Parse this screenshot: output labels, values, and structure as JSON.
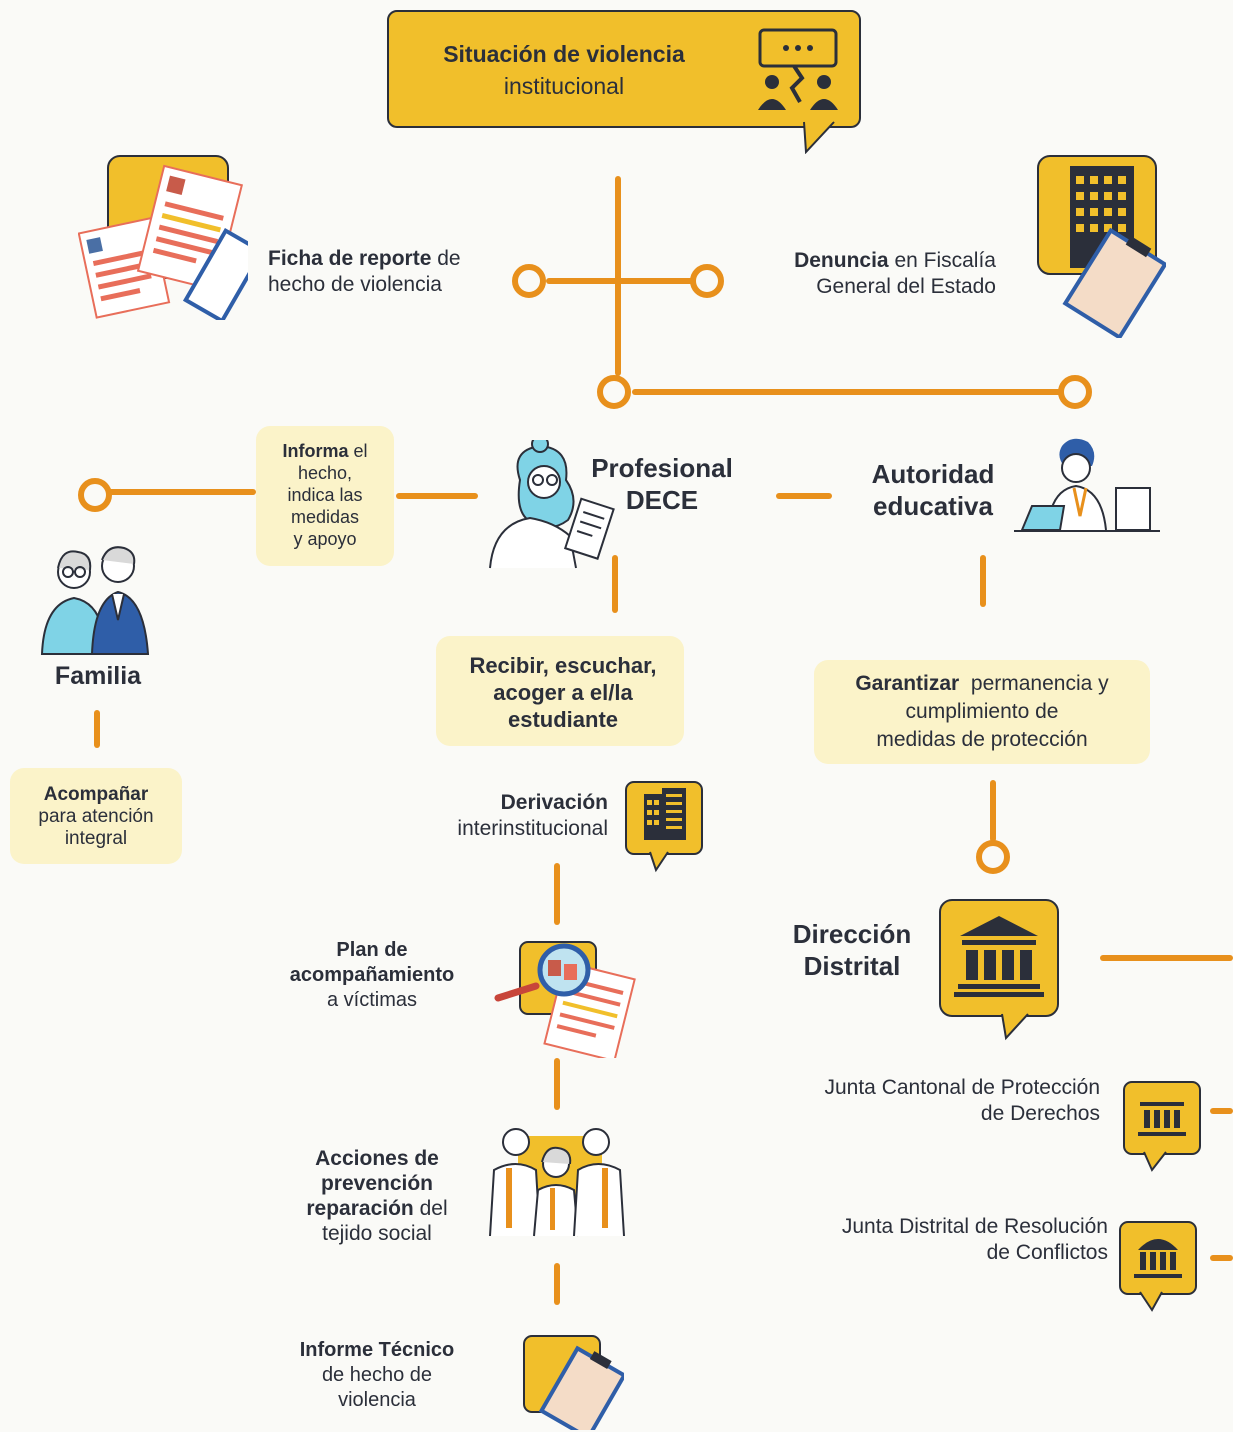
{
  "title": {
    "line1": "Situación de violencia",
    "line2": "institucional"
  },
  "ficha": {
    "bold": "Ficha de reporte",
    "rest1": " de",
    "line2": "hecho de violencia"
  },
  "denuncia": {
    "bold": "Denuncia",
    "rest1": " en Fiscalía",
    "line2": "General del Estado"
  },
  "dece": {
    "line1": "Profesional",
    "line2": "DECE"
  },
  "autoridad": {
    "line1": "Autoridad",
    "line2": "educativa"
  },
  "informa": {
    "bold": "Informa",
    "rest": " el",
    "l2": "hecho,",
    "l3": "indica las",
    "l4": "medidas",
    "l5": "y apoyo"
  },
  "familia": {
    "label": "Familia"
  },
  "acompanar": {
    "bold": "Acompañar",
    "l2": "para atención",
    "l3": "integral"
  },
  "recibir": {
    "l1": "Recibir, escuchar,",
    "l2": "acoger a el/la",
    "l3": "estudiante"
  },
  "garantizar": {
    "bold": "Garantizar",
    "rest": "  permanencia y",
    "l2": "cumplimiento de",
    "l3": "medidas de protección"
  },
  "derivacion": {
    "bold": "Derivación",
    "l2": "interinstitucional"
  },
  "plan": {
    "l1": "Plan de",
    "l2": "acompañamiento",
    "l3": "a víctimas"
  },
  "direccion": {
    "l1": "Dirección",
    "l2": "Distrital"
  },
  "junta_cantonal": {
    "l1": "Junta Cantonal de Protección",
    "l2": "de Derechos"
  },
  "acciones": {
    "l1": "Acciones de",
    "l2": "prevención",
    "l3b": "reparación",
    "l3r": " del",
    "l4": "tejido social"
  },
  "junta_distrital": {
    "l1": "Junta Distrital de Resolución",
    "l2": "de Conflictos"
  },
  "informe": {
    "bold": "Informe Técnico",
    "l2": "de hecho de",
    "l3": "violencia"
  },
  "colors": {
    "accent": "#e8901c",
    "yellow": "#f1bf2b",
    "cream": "#fbf3c9",
    "ink": "#2b2f3a"
  },
  "icons": [
    "speech-conflict-icon",
    "documents-icon",
    "building-clipboard-icon",
    "teacher-icon",
    "administrator-icon",
    "parents-icon",
    "office-building-icon",
    "magnifier-documents-icon",
    "institution-icon",
    "team-icon",
    "clipboard-icon"
  ]
}
